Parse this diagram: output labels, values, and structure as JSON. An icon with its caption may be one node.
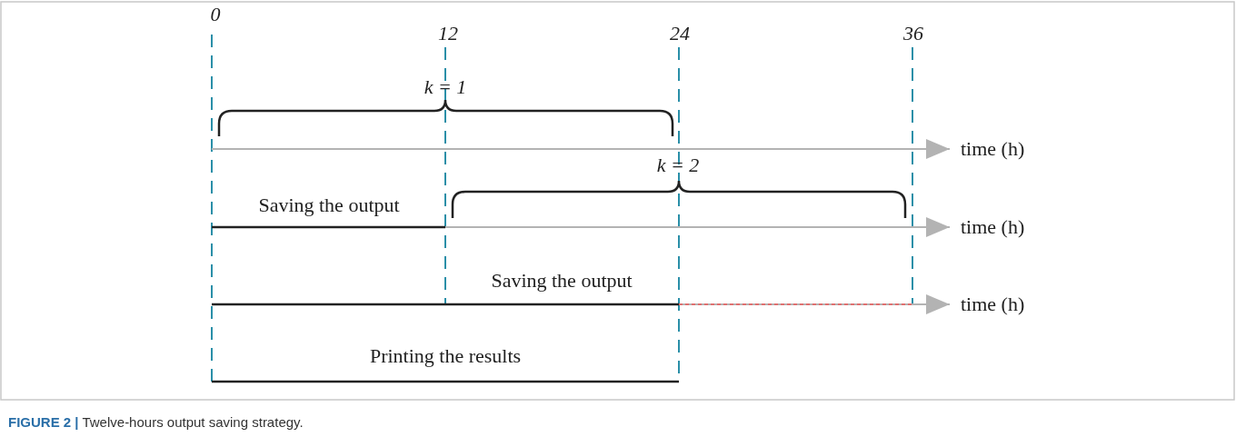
{
  "diagram": {
    "caption": "**FIGURE 2 |** Twelve-hours output saving strategy.",
    "labels": [
      "0",
      "12",
      "24",
      "36",
      "k = 1",
      "time (h)",
      "k = 2",
      "Saving the output",
      "time (h)",
      "Saving the output",
      "time (h)",
      "Printing the results"
    ]
  }
}
